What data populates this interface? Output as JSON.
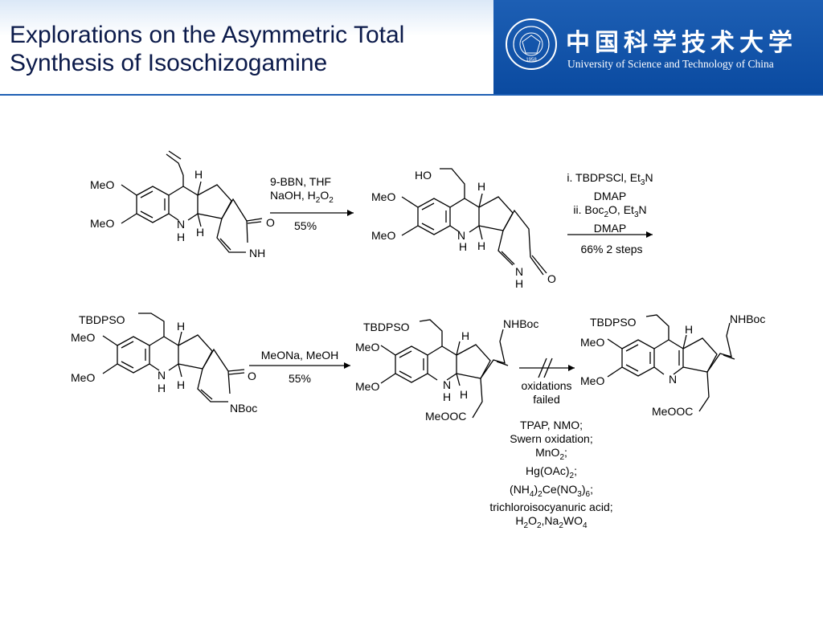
{
  "slide": {
    "title_line1": "Explorations on the Asymmetric Total",
    "title_line2": "Synthesis of Isoschizogamine"
  },
  "brand": {
    "cn_name": "中国科学技术大学",
    "en_name": "University of Science and Technology of China",
    "seal_year": "1958",
    "seal_icon": "university-seal-icon",
    "colors": {
      "bar": "#1d5fb4",
      "title": "#0b1a4a"
    }
  },
  "scheme": {
    "labels": {
      "meo": "MeO",
      "h": "H",
      "n": "N",
      "nh": "NH",
      "o": "O",
      "ho": "HO",
      "tbdpso": "TBDPSO",
      "nboc": "NBoc",
      "nhboc": "NHBoc",
      "meooc": "MeOOC"
    },
    "step1": {
      "line1": "9-BBN, THF",
      "line2_a": "NaOH, H",
      "sub_2": "2",
      "line2_b": "O",
      "yield": "55%"
    },
    "step2": {
      "line1_a": "i. TBDPSCl, Et",
      "sub_3": "3",
      "line1_b": "N",
      "line2": "DMAP",
      "line3_a": "ii. Boc",
      "line3_b": "O, Et",
      "line3_c": "N",
      "line4": "DMAP",
      "yield": "66% 2 steps"
    },
    "step3": {
      "line1": "MeONa, MeOH",
      "yield": "55%"
    },
    "step4": {
      "result": "oxidations failed",
      "result_line1": "oxidations",
      "result_line2": "failed",
      "reagents": {
        "r1": "TPAP, NMO;",
        "r2": "Swern oxidation;",
        "r3_a": "MnO",
        "r3_b": ";",
        "r4_a": "Hg(OAc)",
        "r4_b": ";",
        "r5_a": "(NH",
        "r5_sub4": "4",
        "r5_b": ")",
        "r5_sub2": "2",
        "r5_c": "Ce(NO",
        "r5_sub3": "3",
        "r5_d": ")",
        "r5_sub6": "6",
        "r5_e": ";",
        "r6": "trichloroisocyanuric acid;",
        "r7_a": "H",
        "r7_b": "O",
        "r7_c": ",Na",
        "r7_d": "WO",
        "r7_sub4": "4"
      }
    }
  }
}
